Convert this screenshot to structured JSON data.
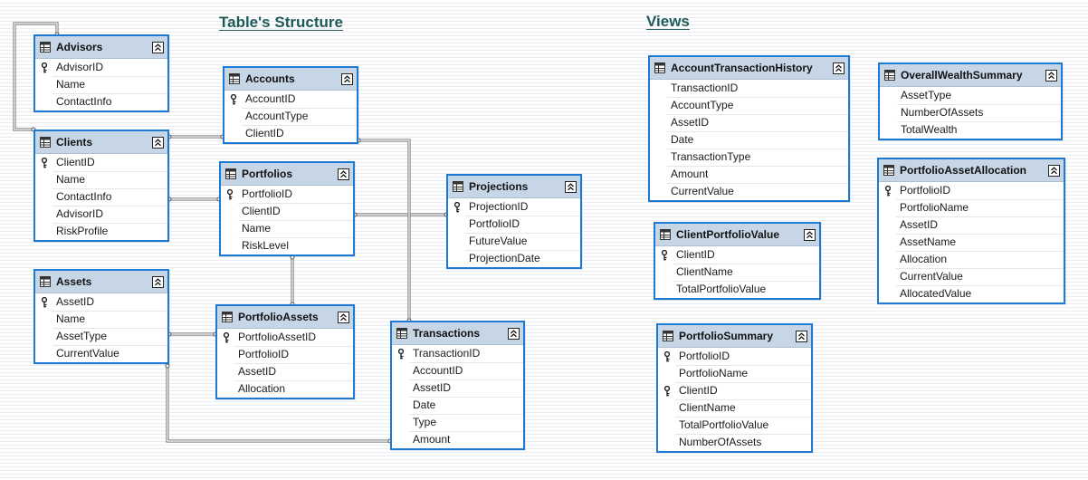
{
  "headings": {
    "tables": "Table's Structure",
    "views": "Views"
  },
  "colors": {
    "table_border": "#1c7ad4",
    "header_fill": "#c7d6e6",
    "connector": "#7a7a7a",
    "heading_text": "#1f5a5a"
  },
  "icons": {
    "table": "table-icon",
    "primary_key": "key-icon",
    "collapse": "collapse-chevron-icon"
  },
  "tables": [
    {
      "name": "Advisors",
      "columns": [
        {
          "name": "AdvisorID",
          "pk": true
        },
        {
          "name": "Name"
        },
        {
          "name": "ContactInfo"
        }
      ]
    },
    {
      "name": "Accounts",
      "columns": [
        {
          "name": "AccountID",
          "pk": true
        },
        {
          "name": "AccountType"
        },
        {
          "name": "ClientID"
        }
      ]
    },
    {
      "name": "Clients",
      "columns": [
        {
          "name": "ClientID",
          "pk": true
        },
        {
          "name": "Name"
        },
        {
          "name": "ContactInfo"
        },
        {
          "name": "AdvisorID"
        },
        {
          "name": "RiskProfile"
        }
      ]
    },
    {
      "name": "Portfolios",
      "columns": [
        {
          "name": "PortfolioID",
          "pk": true
        },
        {
          "name": "ClientID"
        },
        {
          "name": "Name"
        },
        {
          "name": "RiskLevel"
        }
      ]
    },
    {
      "name": "Projections",
      "columns": [
        {
          "name": "ProjectionID",
          "pk": true
        },
        {
          "name": "PortfolioID"
        },
        {
          "name": "FutureValue"
        },
        {
          "name": "ProjectionDate"
        }
      ]
    },
    {
      "name": "Assets",
      "columns": [
        {
          "name": "AssetID",
          "pk": true
        },
        {
          "name": "Name"
        },
        {
          "name": "AssetType"
        },
        {
          "name": "CurrentValue"
        }
      ]
    },
    {
      "name": "PortfolioAssets",
      "columns": [
        {
          "name": "PortfolioAssetID",
          "pk": true
        },
        {
          "name": "PortfolioID"
        },
        {
          "name": "AssetID"
        },
        {
          "name": "Allocation"
        }
      ]
    },
    {
      "name": "Transactions",
      "columns": [
        {
          "name": "TransactionID",
          "pk": true
        },
        {
          "name": "AccountID"
        },
        {
          "name": "AssetID"
        },
        {
          "name": "Date"
        },
        {
          "name": "Type"
        },
        {
          "name": "Amount"
        }
      ]
    }
  ],
  "views": [
    {
      "name": "AccountTransactionHistory",
      "columns": [
        {
          "name": "TransactionID"
        },
        {
          "name": "AccountType"
        },
        {
          "name": "AssetID"
        },
        {
          "name": "Date"
        },
        {
          "name": "TransactionType"
        },
        {
          "name": "Amount"
        },
        {
          "name": "CurrentValue"
        }
      ]
    },
    {
      "name": "OverallWealthSummary",
      "columns": [
        {
          "name": "AssetType"
        },
        {
          "name": "NumberOfAssets"
        },
        {
          "name": "TotalWealth"
        }
      ]
    },
    {
      "name": "PortfolioAssetAllocation",
      "columns": [
        {
          "name": "PortfolioID",
          "pk": true
        },
        {
          "name": "PortfolioName"
        },
        {
          "name": "AssetID"
        },
        {
          "name": "AssetName"
        },
        {
          "name": "Allocation"
        },
        {
          "name": "CurrentValue"
        },
        {
          "name": "AllocatedValue"
        }
      ]
    },
    {
      "name": "ClientPortfolioValue",
      "columns": [
        {
          "name": "ClientID",
          "pk": true
        },
        {
          "name": "ClientName"
        },
        {
          "name": "TotalPortfolioValue"
        }
      ]
    },
    {
      "name": "PortfolioSummary",
      "columns": [
        {
          "name": "PortfolioID",
          "pk": true
        },
        {
          "name": "PortfolioName"
        },
        {
          "name": "ClientID",
          "pk": true
        },
        {
          "name": "ClientName"
        },
        {
          "name": "TotalPortfolioValue"
        },
        {
          "name": "NumberOfAssets"
        }
      ]
    }
  ],
  "relationships": [
    {
      "from": "Clients",
      "to": "Advisors"
    },
    {
      "from": "Accounts",
      "to": "Clients"
    },
    {
      "from": "Portfolios",
      "to": "Clients"
    },
    {
      "from": "Projections",
      "to": "Portfolios"
    },
    {
      "from": "PortfolioAssets",
      "to": "Portfolios"
    },
    {
      "from": "PortfolioAssets",
      "to": "Assets"
    },
    {
      "from": "Transactions",
      "to": "Accounts"
    },
    {
      "from": "Transactions",
      "to": "Assets"
    }
  ]
}
